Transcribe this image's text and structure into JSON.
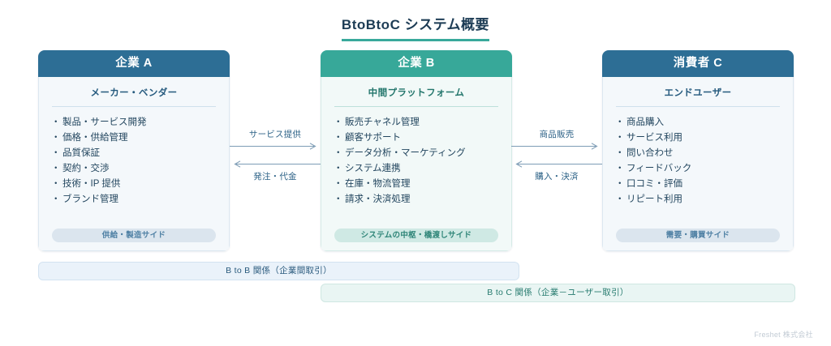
{
  "title": "BtoBtoC システム概要",
  "accent_colors": {
    "title_underline": "#39a99b",
    "header_blue": "#2d6e95",
    "header_teal": "#37a899",
    "arrow_line": "#7d9cb5"
  },
  "boxes": [
    {
      "id": "box-a",
      "header": "企業 A",
      "subtitle": "メーカー・ベンダー",
      "items": [
        "製品・サービス開発",
        "価格・供給管理",
        "品質保証",
        "契約・交渉",
        "技術・IP 提供",
        "ブランド管理"
      ],
      "footer": "供給・製造サイド"
    },
    {
      "id": "box-b",
      "header": "企業 B",
      "subtitle": "中間プラットフォーム",
      "items": [
        "販売チャネル管理",
        "顧客サポート",
        "データ分析・マーケティング",
        "システム連携",
        "在庫・物流管理",
        "請求・決済処理"
      ],
      "footer": "システムの中枢・橋渡しサイド"
    },
    {
      "id": "box-c",
      "header": "消費者 C",
      "subtitle": "エンドユーザー",
      "items": [
        "商品購入",
        "サービス利用",
        "問い合わせ",
        "フィードバック",
        "口コミ・評価",
        "リピート利用"
      ],
      "footer": "需要・購買サイド"
    }
  ],
  "arrows": [
    {
      "id": "arrows-ab",
      "forward_label": "サービス提供",
      "backward_label": "発注・代金"
    },
    {
      "id": "arrows-bc",
      "forward_label": "商品販売",
      "backward_label": "購入・決済"
    }
  ],
  "relations": [
    {
      "id": "rel-btob",
      "label": "B to B 関係（企業間取引）"
    },
    {
      "id": "rel-btoc",
      "label": "B to C 関係（企業－ユーザー取引）"
    }
  ],
  "credit": "Freshet 株式会社"
}
